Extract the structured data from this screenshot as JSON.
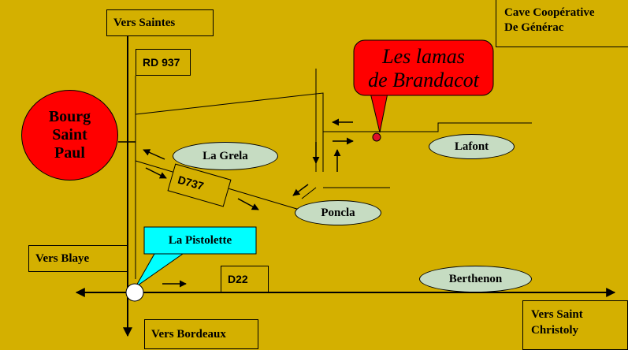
{
  "labels": {
    "vers_saintes": "Vers Saintes",
    "rd937": "RD 937",
    "cave_line1": "Cave Coopérative",
    "cave_line2": "De Générac",
    "bourg_line1": "Bourg",
    "bourg_line2": "Saint",
    "bourg_line3": "Paul",
    "lamas_line1": "Les lamas",
    "lamas_line2": "de Brandacot",
    "la_grela": "La Grela",
    "lafont": "Lafont",
    "d737": "D737",
    "poncla": "Poncla",
    "la_pistolette": "La Pistolette",
    "vers_blaye": "Vers Blaye",
    "d22": "D22",
    "berthenon": "Berthenon",
    "christoly_line1": "Vers Saint",
    "christoly_line2": "Christoly",
    "vers_bordeaux": "Vers Bordeaux"
  },
  "colors": {
    "background": "#d4b000",
    "bourg": "#ff0000",
    "callout": "#ff0000",
    "hamlet": "#c6dcc2",
    "pistolette_callout": "#00ffff",
    "marker": "#e0102a"
  }
}
